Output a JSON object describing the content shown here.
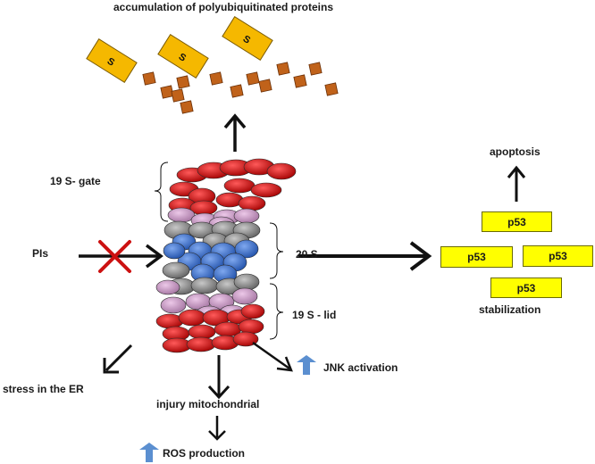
{
  "labels": {
    "accumulation": "accumulation of polyubiquitinated proteins",
    "gate": "19 S- gate",
    "twenty_s": "20 S",
    "lid": "19 S - lid",
    "pis": "PIs",
    "apoptosis": "apoptosis",
    "stabilization": "stabilization",
    "stress": "stress in the ER",
    "injury": "injury mitochondrial",
    "ros": "ROS production",
    "jnk": "JNK activation"
  },
  "substrate_label": "S",
  "p53_label": "p53",
  "colors": {
    "substrate": "#f5b800",
    "ubiquitin": "#c0621a",
    "ring_red": "#d50f0f",
    "ring_pink": "#c99cc4",
    "ring_gray": "#8f8f8f",
    "ring_blue": "#3c74d4",
    "p53_box": "#ffff00",
    "inhibit_x": "#cc1111",
    "up_arrow": "#5b8fd0"
  }
}
